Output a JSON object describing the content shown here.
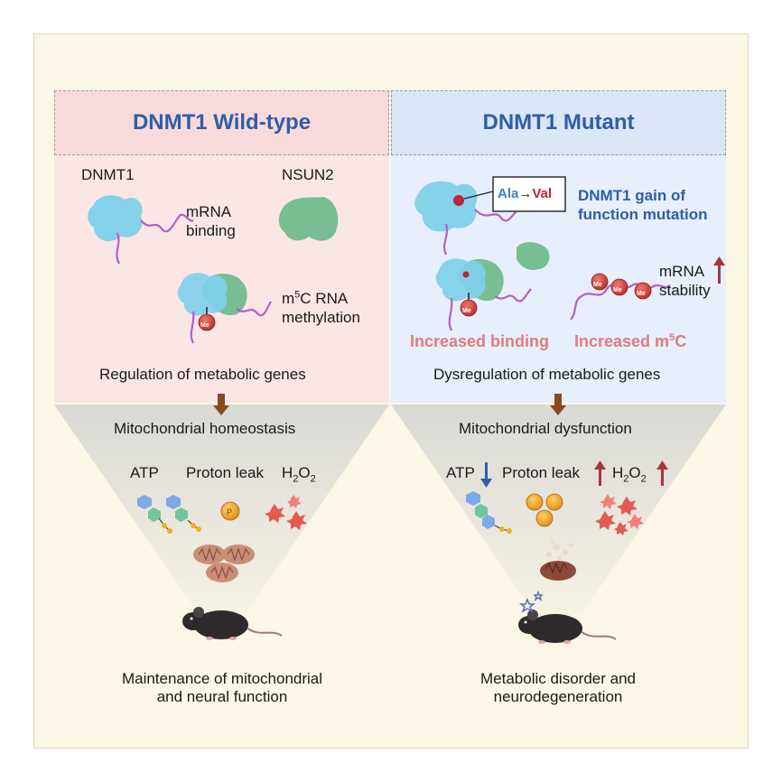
{
  "wildtype": {
    "title": "DNMT1 Wild-type",
    "dnmt1_label": "DNMT1",
    "nsun2_label": "NSUN2",
    "mrna_binding_line1": "mRNA",
    "mrna_binding_line2": "binding",
    "m5c_line1_sup": "5",
    "m5c_line1_rest": "C RNA",
    "m5c_line1_m": "m",
    "m5c_line2": "methylation",
    "me_label": "Me",
    "regulation": "Regulation of metabolic genes",
    "mito": "Mitochondrial homeostasis",
    "atp": "ATP",
    "proton_leak": "Proton leak",
    "h2o2_h": "H",
    "h2o2_o": "O",
    "h2o2_sub": "2",
    "outcome_line1": "Maintenance of mitochondrial",
    "outcome_line2": "and neural function"
  },
  "mutant": {
    "title": "DNMT1 Mutant",
    "ala": "Ala",
    "arrow": "→",
    "val": "Val",
    "gain_line1": "DNMT1 gain of",
    "gain_line2": "function mutation",
    "mrna_line1": "mRNA",
    "mrna_line2": "stability",
    "increased_binding": "Increased binding",
    "increased_m5c_text": "Increased  m",
    "increased_m5c_sup": "5",
    "increased_m5c_c": "C",
    "me_label": "Me",
    "dysregulation": "Dysregulation of metabolic genes",
    "mito": "Mitochondrial dysfunction",
    "atp": "ATP",
    "proton_leak": "Proton leak",
    "h2o2_h": "H",
    "h2o2_o": "O",
    "h2o2_sub": "2",
    "outcome_line1": "Metabolic disorder and",
    "outcome_line2": "neurodegeneration"
  },
  "colors": {
    "title_blue": "#2f5ea8",
    "pink_text": "#e07c7c",
    "protein_blue": "#7fd0ea",
    "protein_green": "#72bb8d",
    "rna_purple": "#b45fc7",
    "me_red": "#d9463f",
    "arrow_brown": "#8b4a1e",
    "up_arrow": "#a8343a",
    "down_arrow": "#2f5ea8"
  },
  "icons": [
    "protein-blob-icon",
    "rna-strand-icon",
    "methyl-icon",
    "atp-icon",
    "proton-icon",
    "ros-star-icon",
    "mitochondria-icon",
    "mouse-icon",
    "sparkle-icon"
  ]
}
